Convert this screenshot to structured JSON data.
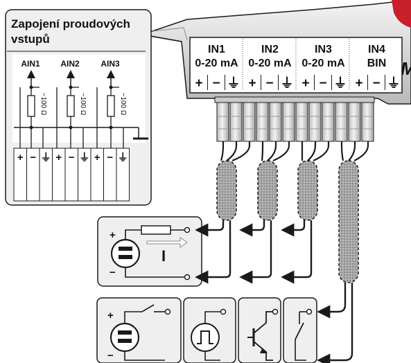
{
  "inset": {
    "title_line1": "Zapojení proudových",
    "title_line2": "vstupů",
    "channels": [
      "AIN1",
      "AIN2",
      "AIN3"
    ],
    "resistor_label": "~100 Ω",
    "terminal_signs": [
      "+",
      "−",
      "⏚",
      "+",
      "−",
      "⏚",
      "+",
      "−",
      "⏚"
    ]
  },
  "module": {
    "inputs": [
      {
        "name": "IN1",
        "range": "0-20 mA"
      },
      {
        "name": "IN2",
        "range": "0-20 mA"
      },
      {
        "name": "IN3",
        "range": "0-20 mA"
      },
      {
        "name": "IN4",
        "range": "BIN"
      }
    ],
    "terminal_signs": [
      "+",
      "−",
      "⏚"
    ],
    "brand_fragment": "M"
  },
  "current_source": {
    "plus": "+",
    "minus": "−",
    "current_label": "I"
  },
  "binary_sources": {
    "voltage_plus": "+",
    "voltage_minus": "−",
    "icons": [
      "voltage-switch-icon",
      "pulse-icon",
      "transistor-icon",
      "contact-icon"
    ]
  },
  "colors": {
    "outline": "#1a1a1a",
    "box_fill": "#efefef",
    "terminal_fill": "#d7d7d7",
    "cable_fill": "#9d9d9d",
    "accent_red": "#c8202a"
  }
}
